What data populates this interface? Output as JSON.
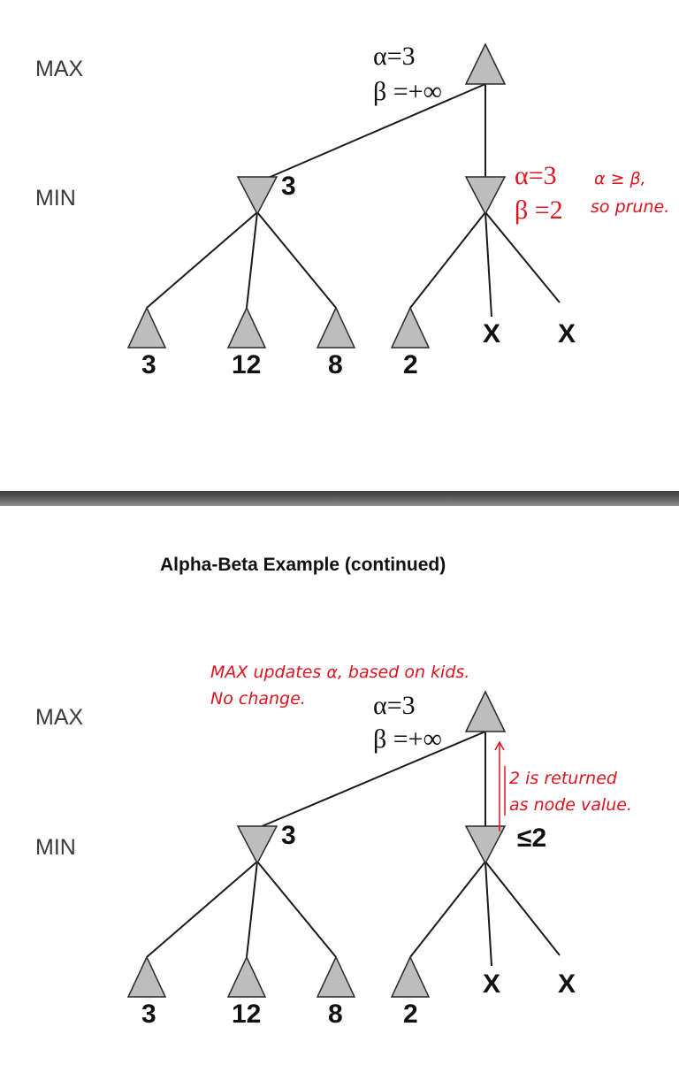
{
  "top": {
    "level_max": "MAX",
    "level_min": "MIN",
    "root_alpha": "α=3",
    "root_beta": "β =+∞",
    "min_left_value": "3",
    "min_right_alpha": "α=3",
    "min_right_beta": "β =2",
    "prune_condition": "α ≥ β,",
    "prune_action": "so prune.",
    "leaves": [
      "3",
      "12",
      "8",
      "2"
    ],
    "pruned": [
      "X",
      "X"
    ]
  },
  "bottom": {
    "title": "Alpha-Beta Example (continued)",
    "level_max": "MAX",
    "level_min": "MIN",
    "note_max_line1": "MAX updates α, based on kids.",
    "note_max_line2": "No change.",
    "root_alpha": "α=3",
    "root_beta": "β =+∞",
    "return_note_line1": "2 is returned",
    "return_note_line2": "as node value.",
    "min_left_value": "3",
    "min_right_value": "≤2",
    "leaves": [
      "3",
      "12",
      "8",
      "2"
    ],
    "pruned": [
      "X",
      "X"
    ]
  },
  "colors": {
    "annotation": "#e0141e",
    "node_fill": "#bdbdbd",
    "separator": "#5c5c5c"
  }
}
